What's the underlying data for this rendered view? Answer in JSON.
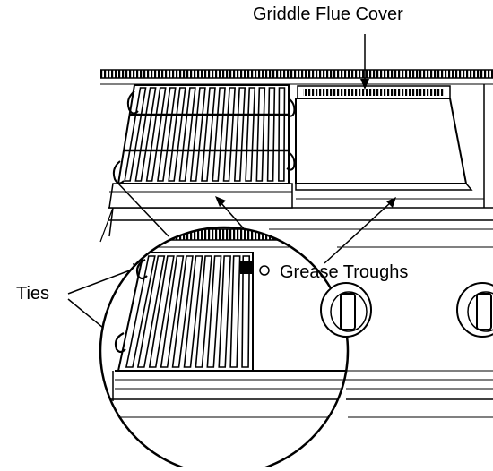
{
  "labels": {
    "griddle_flue_cover": "Griddle Flue Cover",
    "grease_troughs": "Grease Troughs",
    "ties": "Ties"
  },
  "colors": {
    "ink": "#000000",
    "paper": "#ffffff"
  }
}
